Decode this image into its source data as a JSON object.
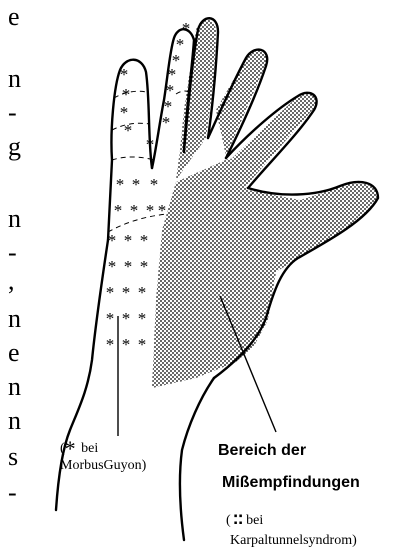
{
  "text_column_letters": [
    "e",
    "n",
    "-",
    "g",
    "n",
    "-",
    ",",
    "n",
    "e",
    "n",
    "n",
    "s",
    "-"
  ],
  "labels": {
    "guyon_marker": "*",
    "guyon_prefix": "(",
    "guyon_word1": "bei",
    "guyon_word2": "MorbusGuyon)",
    "region_line1": "Bereich der",
    "region_line2": "Mißempfindungen",
    "karpal_prefix": "(",
    "karpal_dots": "::",
    "karpal_word1": "bei",
    "karpal_word2": "Karpaltunnelsyndrom)"
  },
  "asterisk_glyph": "*",
  "colors": {
    "ink": "#000000",
    "paper": "#ffffff",
    "dot_region": "#000000"
  }
}
